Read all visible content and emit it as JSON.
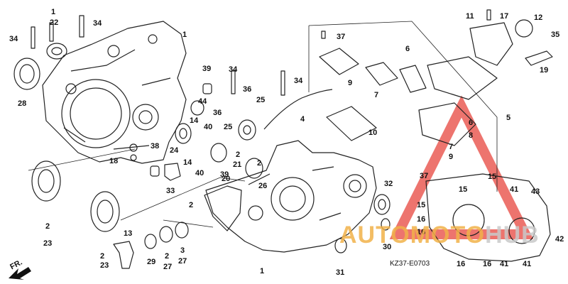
{
  "diagram": {
    "catalog_code": "KZ37-E0703",
    "front_label": "FR.",
    "watermark": {
      "part1": "AUTOMOTO",
      "part2": "HUB",
      "color_primary": "#e8514a",
      "color_secondary": "#f1b24a"
    },
    "line_color": "#222222",
    "callouts": [
      "1",
      "22",
      "34",
      "34",
      "1",
      "28",
      "39",
      "34",
      "44",
      "36",
      "25",
      "4",
      "34",
      "36",
      "25",
      "14",
      "40",
      "24",
      "38",
      "18",
      "14",
      "40",
      "39",
      "33",
      "20",
      "2",
      "21",
      "2",
      "26",
      "10",
      "2",
      "23",
      "13",
      "2",
      "29",
      "23",
      "27",
      "2",
      "27",
      "3",
      "2",
      "1",
      "31",
      "30",
      "32",
      "15",
      "15",
      "16",
      "16",
      "16",
      "41",
      "41",
      "43",
      "42",
      "41",
      "15",
      "16",
      "9",
      "7",
      "6",
      "6",
      "8",
      "7",
      "9",
      "37",
      "37",
      "11",
      "17",
      "12",
      "35",
      "19",
      "5"
    ]
  }
}
